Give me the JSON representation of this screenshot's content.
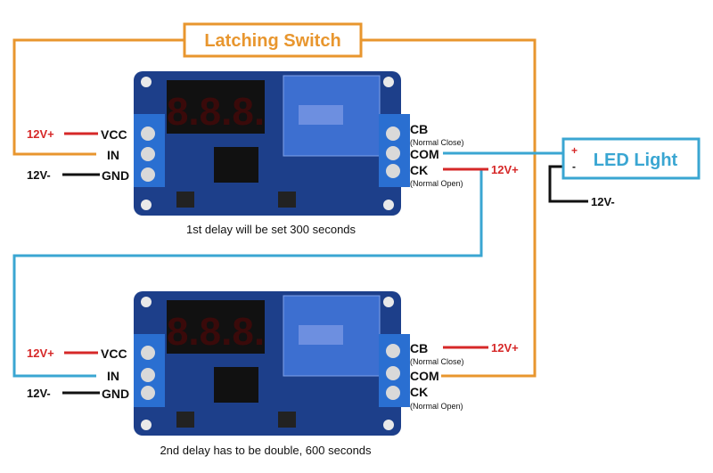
{
  "title": "Latching Switch",
  "load_label": "LED Light",
  "load_plus": "+",
  "load_minus": "-",
  "supply_neg_load": "12V-",
  "colors": {
    "orange": "#e8962e",
    "blue": "#3aa6d2",
    "red": "#d62828",
    "black": "#111111",
    "board": "#1d3f8a",
    "terminal": "#2a6fd1",
    "relay": "#3d6fd0"
  },
  "relay1": {
    "caption": "1st delay will be set 300 seconds",
    "display": "8.8.8.",
    "pins_left": [
      {
        "supply": "12V+",
        "pin": "VCC"
      },
      {
        "supply": "",
        "pin": "IN"
      },
      {
        "supply": "12V-",
        "pin": "GND"
      }
    ],
    "pins_right": [
      {
        "pin": "CB",
        "note": "(Normal Close)"
      },
      {
        "pin": "COM",
        "note": ""
      },
      {
        "pin": "CK",
        "note": "(Normal Open)"
      }
    ],
    "ck_supply": "12V+"
  },
  "relay2": {
    "caption": "2nd delay has to be double, 600 seconds",
    "display": "8.8.8.",
    "pins_left": [
      {
        "supply": "12V+",
        "pin": "VCC"
      },
      {
        "supply": "",
        "pin": "IN"
      },
      {
        "supply": "12V-",
        "pin": "GND"
      }
    ],
    "pins_right": [
      {
        "pin": "CB",
        "note": "(Normal Close)"
      },
      {
        "pin": "COM",
        "note": ""
      },
      {
        "pin": "CK",
        "note": "(Normal Open)"
      }
    ],
    "cb_supply": "12V+"
  }
}
